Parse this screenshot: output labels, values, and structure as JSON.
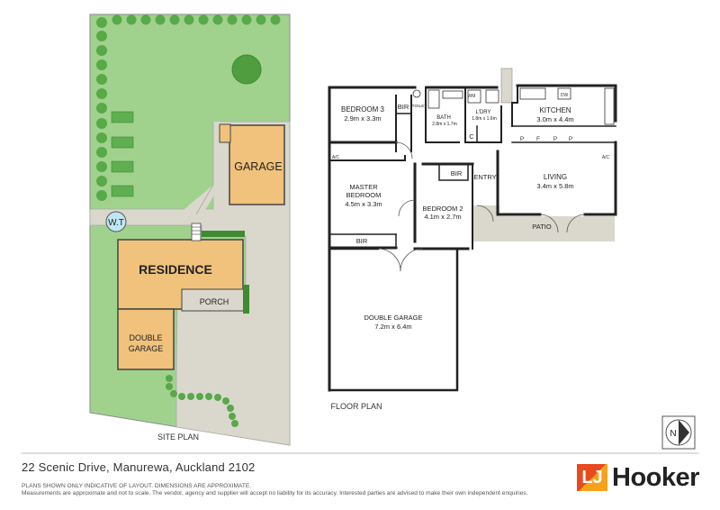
{
  "site": {
    "title": "SITE PLAN",
    "wt": "W.T",
    "garage": "GARAGE",
    "residence": "RESIDENCE",
    "porch": "PORCH",
    "double_garage_1": "DOUBLE",
    "double_garage_2": "GARAGE"
  },
  "floor": {
    "title": "FLOOR PLAN",
    "bedroom3": {
      "name": "BEDROOM 3",
      "dims": "2.9m x 3.3m"
    },
    "master": {
      "name1": "MASTER",
      "name2": "BEDROOM",
      "dims": "4.5m x 3.3m"
    },
    "bedroom2": {
      "name": "BEDROOM 2",
      "dims": "4.1m x 2.7m"
    },
    "bath": {
      "name": "BATH",
      "dims": "2.8m x 1.7m"
    },
    "toilet": "TOILET",
    "ldry": {
      "name": "L'DRY",
      "dims": "1.8m x 1.6m"
    },
    "wm": "WM",
    "kitchen": {
      "name": "KITCHEN",
      "dims": "3.0m x 4.4m"
    },
    "living": {
      "name": "LIVING",
      "dims": "3.4m x 5.8m"
    },
    "entry": "ENTRY",
    "patio": "PATIO",
    "garage": {
      "name": "DOUBLE GARAGE",
      "dims": "7.2m x 6.4m"
    },
    "bir": "BIR",
    "c": "C",
    "p": "P",
    "f": "F",
    "dw": "DW",
    "ac": "A/C"
  },
  "compass": "N",
  "footer": {
    "address": "22 Scenic Drive, Manurewa, Auckland 2102",
    "disclaimer1": "PLANS SHOWN ONLY INDICATIVE OF LAYOUT. DIMENSIONS ARE APPROXIMATE.",
    "disclaimer2": "Measurements are approximate and not to scale. The vendor, agency and supplier will accept no liability for its accuracy. Interested parties are advised to make their own independent enquiries."
  },
  "brand": {
    "mark": "LJ",
    "word": "Hooker"
  },
  "colors": {
    "lawn": "#9fd18b",
    "hedge": "#5fae4f",
    "building": "#f0c27b",
    "paving": "#d9d7cb",
    "wall": "#222222",
    "brand_orange": "#e8491d"
  }
}
